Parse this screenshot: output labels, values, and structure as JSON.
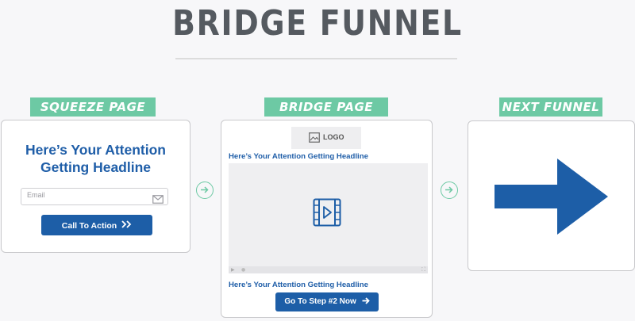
{
  "page_title": "BRIDGE FUNNEL",
  "steps": [
    {
      "label": "SQUEEZE PAGE",
      "headline_line1": "Here’s Your Attention",
      "headline_line2": "Getting Headline",
      "email_placeholder": "Email",
      "cta_label": "Call To Action"
    },
    {
      "label": "BRIDGE PAGE",
      "logo_text": "LOGO",
      "headline_top": "Here’s Your Attention Getting Headline",
      "headline_bottom": "Here’s Your Attention Getting Headline",
      "button_label": "Go To Step #2 Now"
    },
    {
      "label": "NEXT FUNNEL"
    }
  ],
  "colors": {
    "accent_green": "#6dc9a4",
    "brand_blue": "#1d5ea7",
    "title_gray": "#555a60"
  },
  "icons": [
    "mail-icon",
    "double-chevron-right-icon",
    "image-icon",
    "video-play-icon",
    "circle-arrow-right-icon",
    "arrow-right-icon"
  ]
}
